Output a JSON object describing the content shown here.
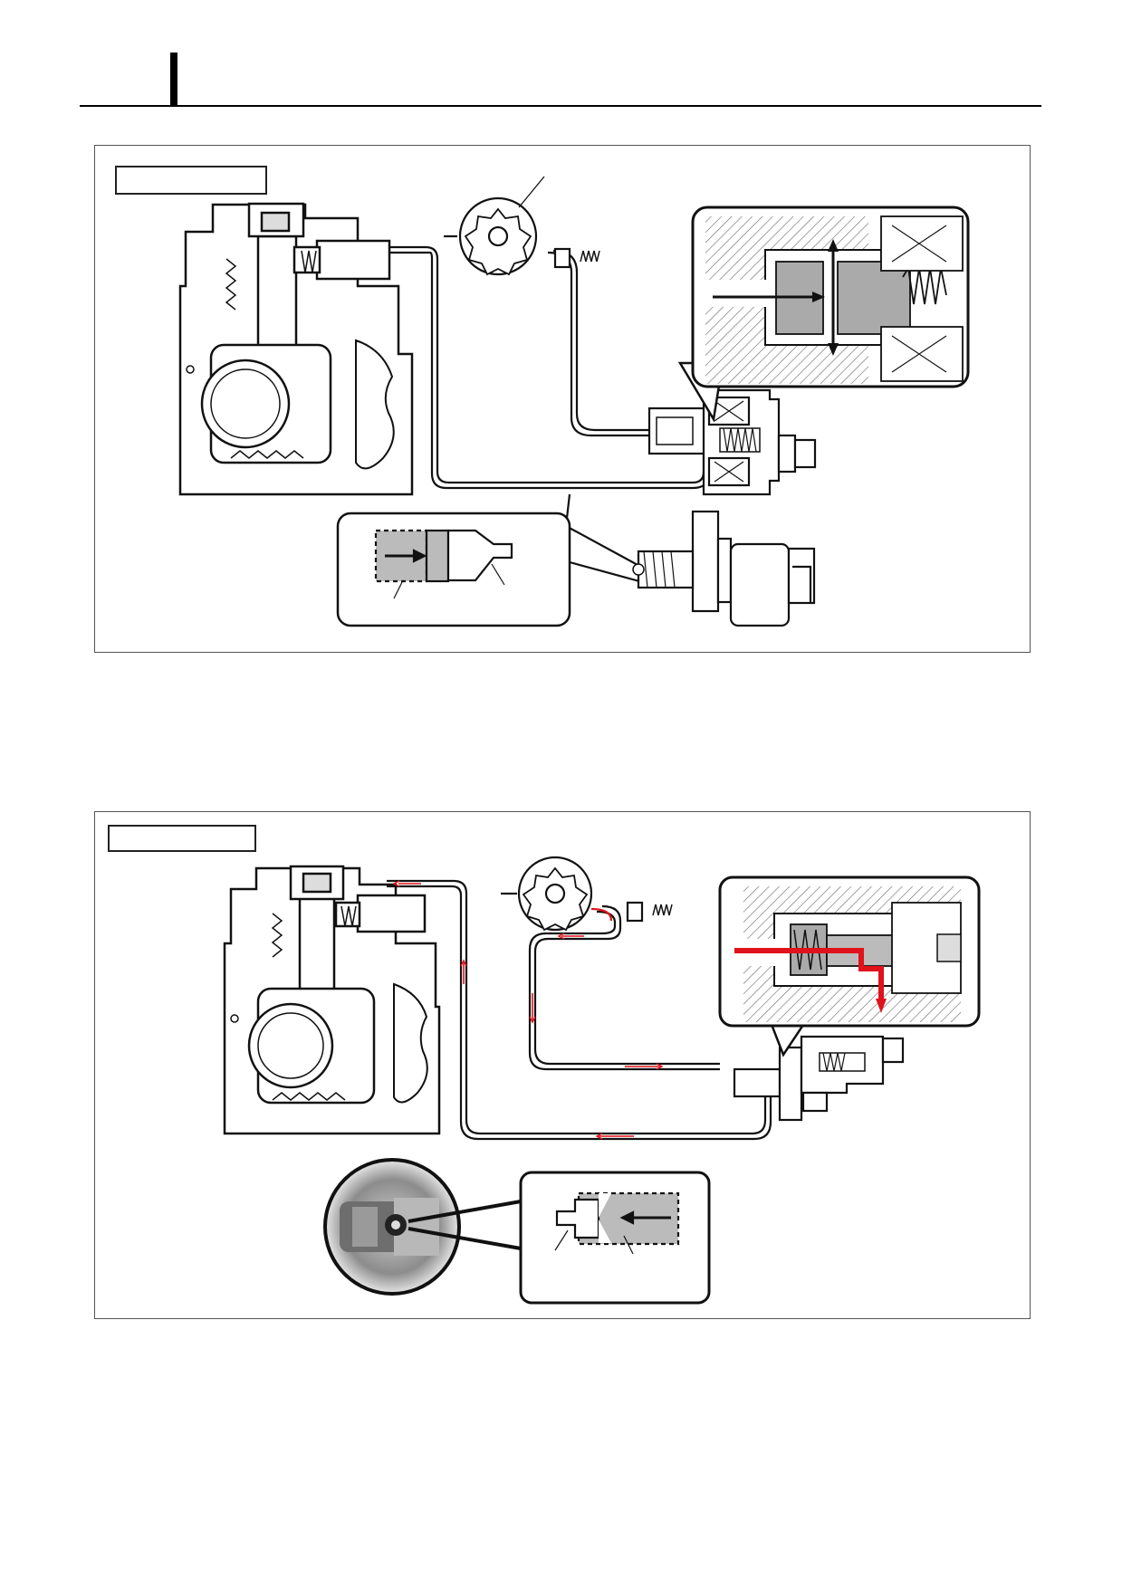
{
  "page": {
    "header": {
      "marker": "header-bar",
      "rule": "header-rule"
    },
    "figures": [
      {
        "id": "figure-1",
        "label_box_text": "",
        "icons": [
          "fuel-pump-body-icon",
          "gear-pump-icon",
          "control-valve-icon",
          "valve-cutaway-detail-icon",
          "orifice-detail-icon",
          "valve-solenoid-icon"
        ]
      },
      {
        "id": "figure-2",
        "label_box_text": "",
        "flow_color": "#e0121b",
        "icons": [
          "fuel-pump-body-icon",
          "gear-pump-icon",
          "control-valve-icon",
          "valve-cutaway-detail-icon",
          "orifice-photo-icon",
          "orifice-detail-icon"
        ]
      }
    ]
  }
}
